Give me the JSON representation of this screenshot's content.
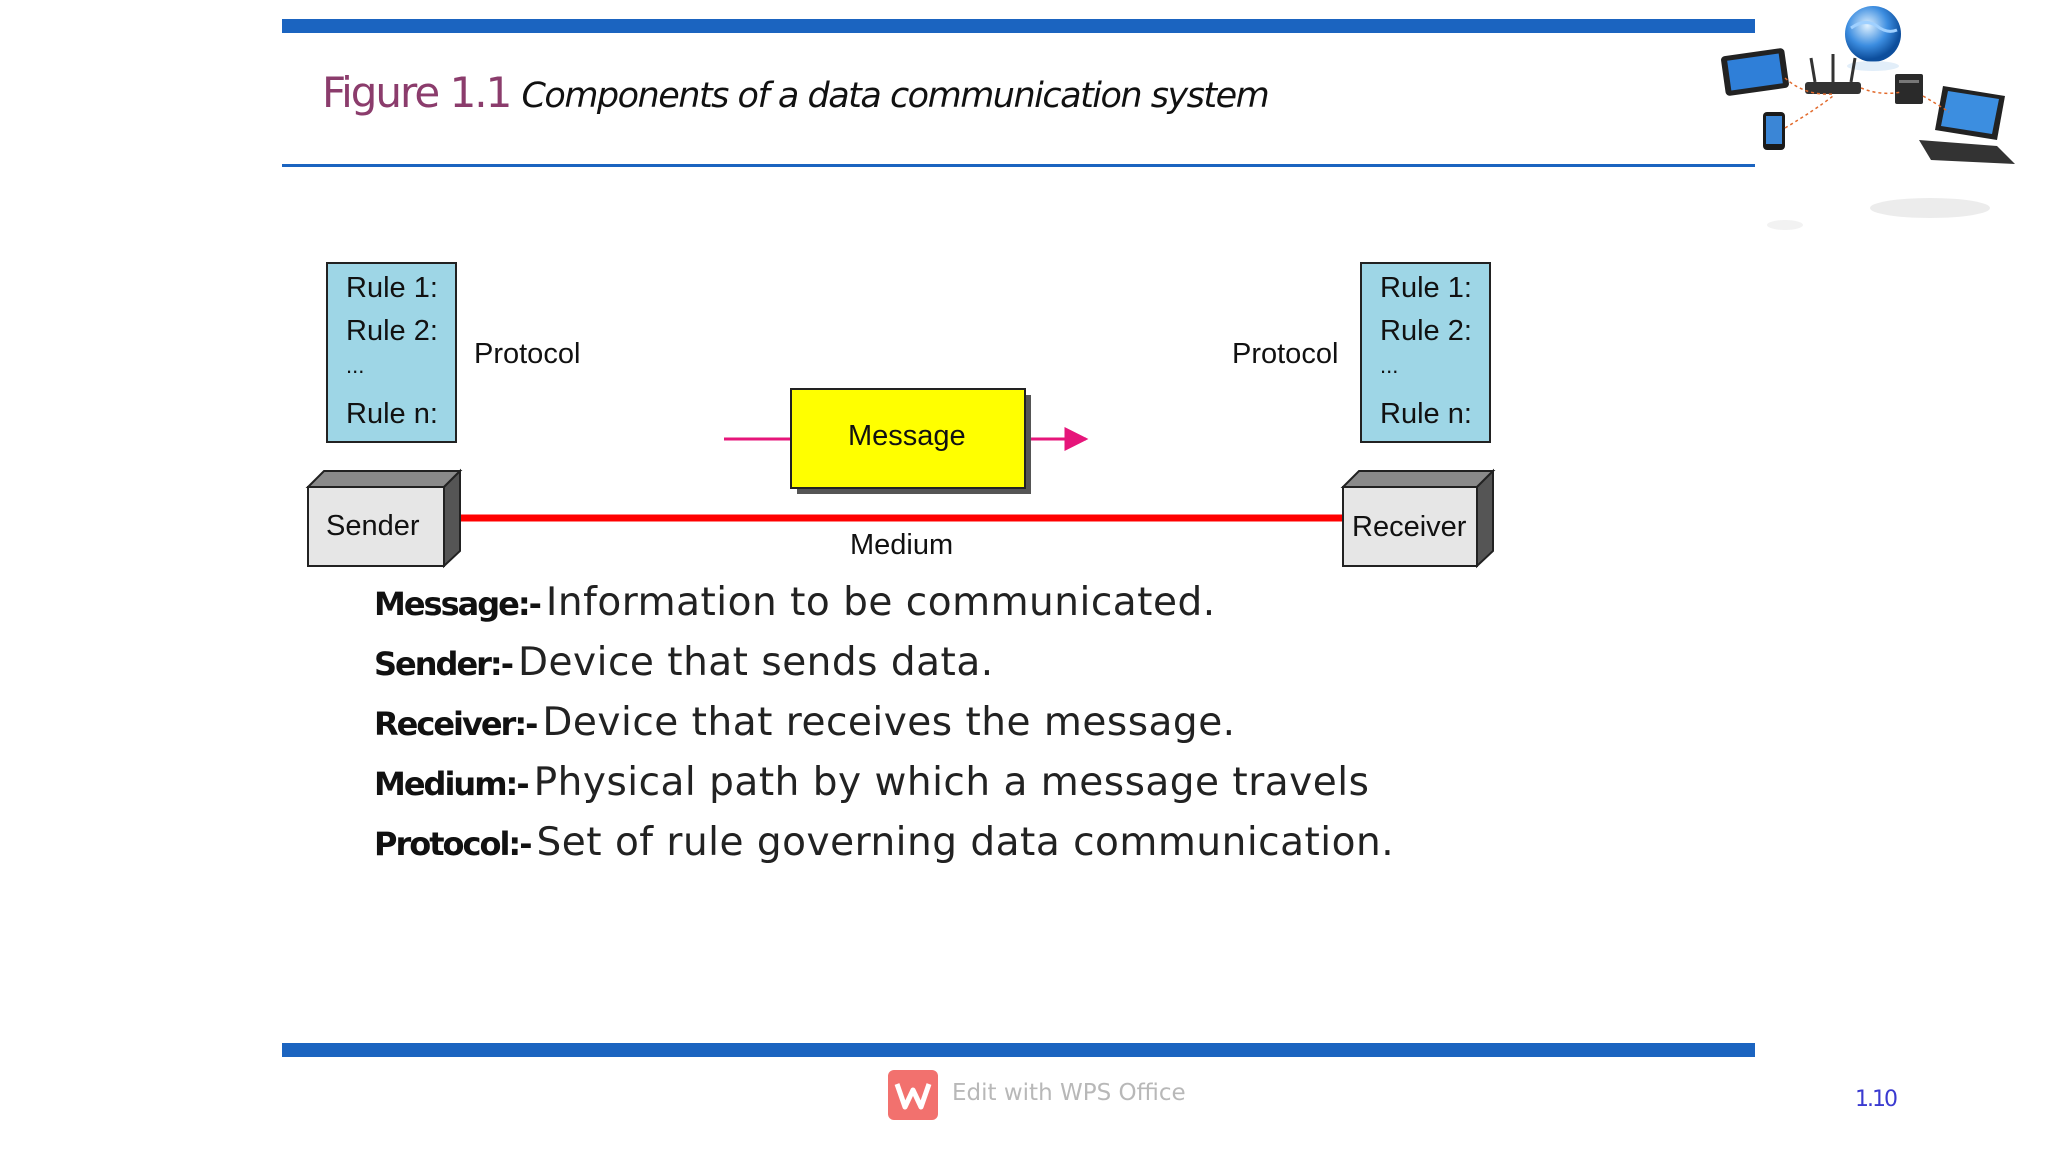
{
  "title": {
    "figure": "Figure 1.1",
    "caption": "Components of a data communication system"
  },
  "diagram": {
    "sender_protocol": {
      "rules": [
        "Rule 1:",
        "Rule 2:",
        "...",
        "Rule n:"
      ],
      "label": "Protocol"
    },
    "receiver_protocol": {
      "rules": [
        "Rule 1:",
        "Rule 2:",
        "...",
        "Rule n:"
      ],
      "label": "Protocol"
    },
    "message": "Message",
    "sender": "Sender",
    "receiver": "Receiver",
    "medium": "Medium",
    "colors": {
      "protocol_box": "#9ed6e6",
      "message_box": "#ffff00",
      "medium_line": "#ff0000",
      "arrow": "#e6157a",
      "device": "#e6e6e6"
    }
  },
  "definitions": [
    {
      "term": "Message:-",
      "description": "Information to be communicated."
    },
    {
      "term": "Sender:-",
      "description": "Device that sends data."
    },
    {
      "term": "Receiver:-",
      "description": "Device that receives the message."
    },
    {
      "term": "Medium:-",
      "description": "Physical path by which a message travels"
    },
    {
      "term": "Protocol:-",
      "description": "Set of rule governing data communication."
    }
  ],
  "watermark": {
    "text": "Edit with WPS Office"
  },
  "page_number": "1.10",
  "accent_colors": {
    "rules": "#1b64c0",
    "figure_label": "#8b3c6c",
    "page_number": "#3a3ad0"
  }
}
